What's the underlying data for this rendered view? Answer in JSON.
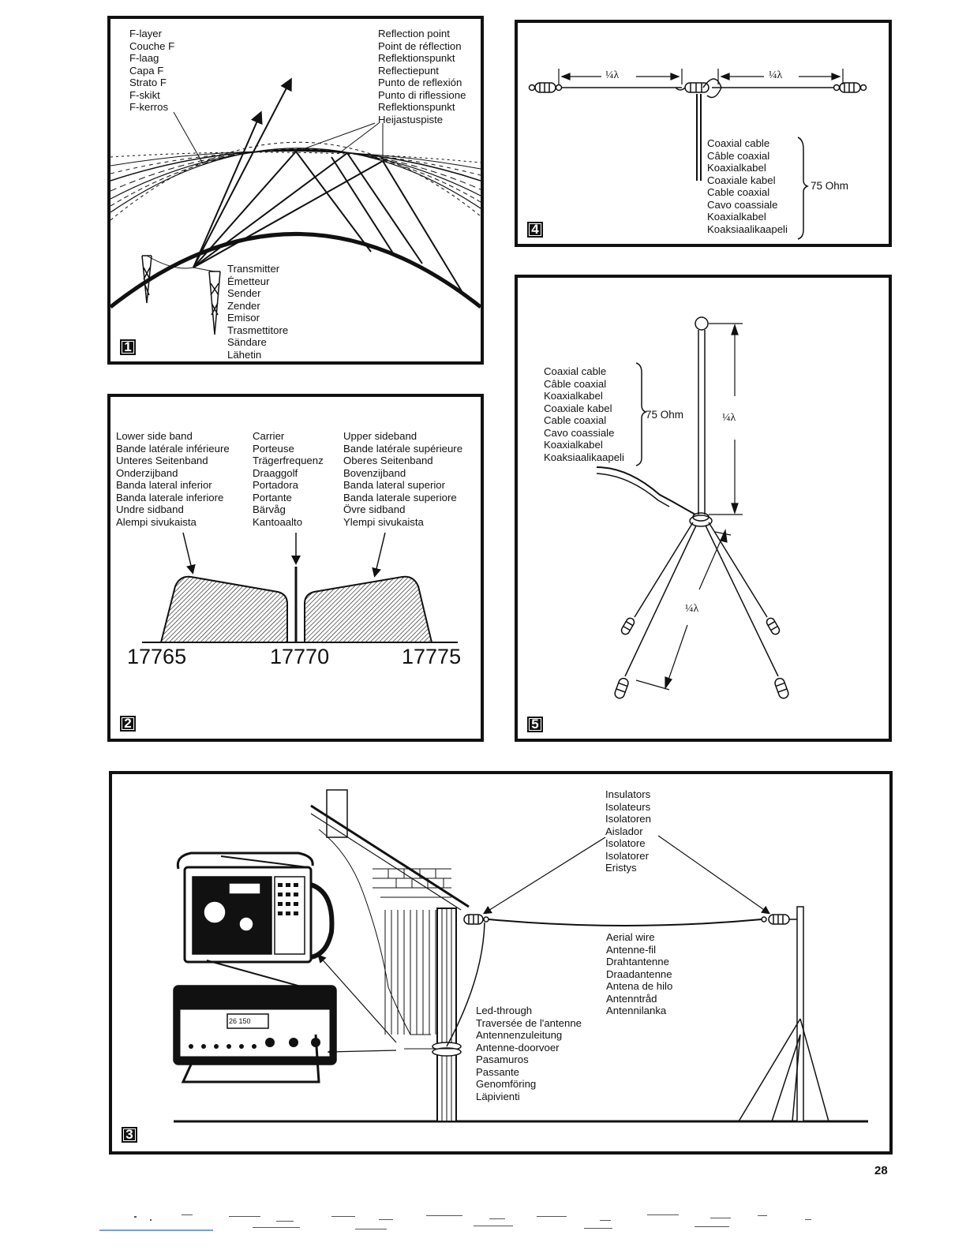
{
  "page_number": "28",
  "panel1": {
    "badge": "1",
    "f_layer": [
      "F-layer",
      "Couche F",
      "F-laag",
      "Capa F",
      "Strato F",
      "F-skikt",
      "F-kerros"
    ],
    "reflection_point": [
      "Reflection point",
      "Point de réflection",
      "Reflektionspunkt",
      "Reflectiepunt",
      "Punto de reflexión",
      "Punto di riflessione",
      "Reflektionspunkt",
      "Heijastuspiste"
    ],
    "transmitter": [
      "Transmitter",
      "Émetteur",
      "Sender",
      "Zender",
      "Emisor",
      "Trasmettitore",
      "Sändare",
      "Lähetin"
    ]
  },
  "panel2": {
    "badge": "2",
    "lower_side_band": [
      "Lower side band",
      "Bande latérale inférieure",
      "Unteres Seitenband",
      "Onderzijband",
      "Banda lateral inferior",
      "Banda laterale inferiore",
      "Undre sidband",
      "Alempi sivukaista"
    ],
    "carrier": [
      "Carrier",
      "Porteuse",
      "Trägerfrequenz",
      "Draaggolf",
      "Portadora",
      "Portante",
      "Bärvåg",
      "Kantoaalto"
    ],
    "upper_sideband": [
      "Upper sideband",
      "Bande latérale supérieure",
      "Oberes Seitenband",
      "Bovenzijband",
      "Banda lateral superior",
      "Banda laterale superiore",
      "Övre sidband",
      "Ylempi sivukaista"
    ],
    "frequencies": [
      "17765",
      "17770",
      "17775"
    ]
  },
  "panel3": {
    "badge": "3",
    "insulators": [
      "Insulators",
      "Isolateurs",
      "Isolatoren",
      "Aislador",
      "Isolatore",
      "Isolatorer",
      "Eristys"
    ],
    "aerial_wire": [
      "Aerial wire",
      "Antenne-fil",
      "Drahtantenne",
      "Draadantenne",
      "Antena de hilo",
      "Antenntråd",
      "Antennilanka"
    ],
    "lead_through": [
      "Led-through",
      "Traversée de l'antenne",
      "Antennenzuleitung",
      "Antenne-doorvoer",
      "Pasamuros",
      "Passante",
      "Genomföring",
      "Läpivienti"
    ],
    "radio_display": "26 150"
  },
  "panel4": {
    "badge": "4",
    "coaxial_cable": [
      "Coaxial cable",
      "Câble coaxial",
      "Koaxialkabel",
      "Coaxiale kabel",
      "Cable coaxial",
      "Cavo coassiale",
      "Koaxialkabel",
      "Koaksiaalikaapeli"
    ],
    "impedance": "75 Ohm",
    "quarter_wave_left": "¼λ",
    "quarter_wave_right": "¼λ"
  },
  "panel5": {
    "badge": "5",
    "coaxial_cable": [
      "Coaxial cable",
      "Câble coaxial",
      "Koaxialkabel",
      "Coaxiale kabel",
      "Cable coaxial",
      "Cavo coassiale",
      "Koaxialkabel",
      "Koaksiaalikaapeli"
    ],
    "impedance": "75 Ohm",
    "quarter_wave_vertical": "¼λ",
    "quarter_wave_radial": "¼λ"
  },
  "colors": {
    "ink": "#111111",
    "paper": "#ffffff",
    "accent_line": "#2a5fd6"
  }
}
